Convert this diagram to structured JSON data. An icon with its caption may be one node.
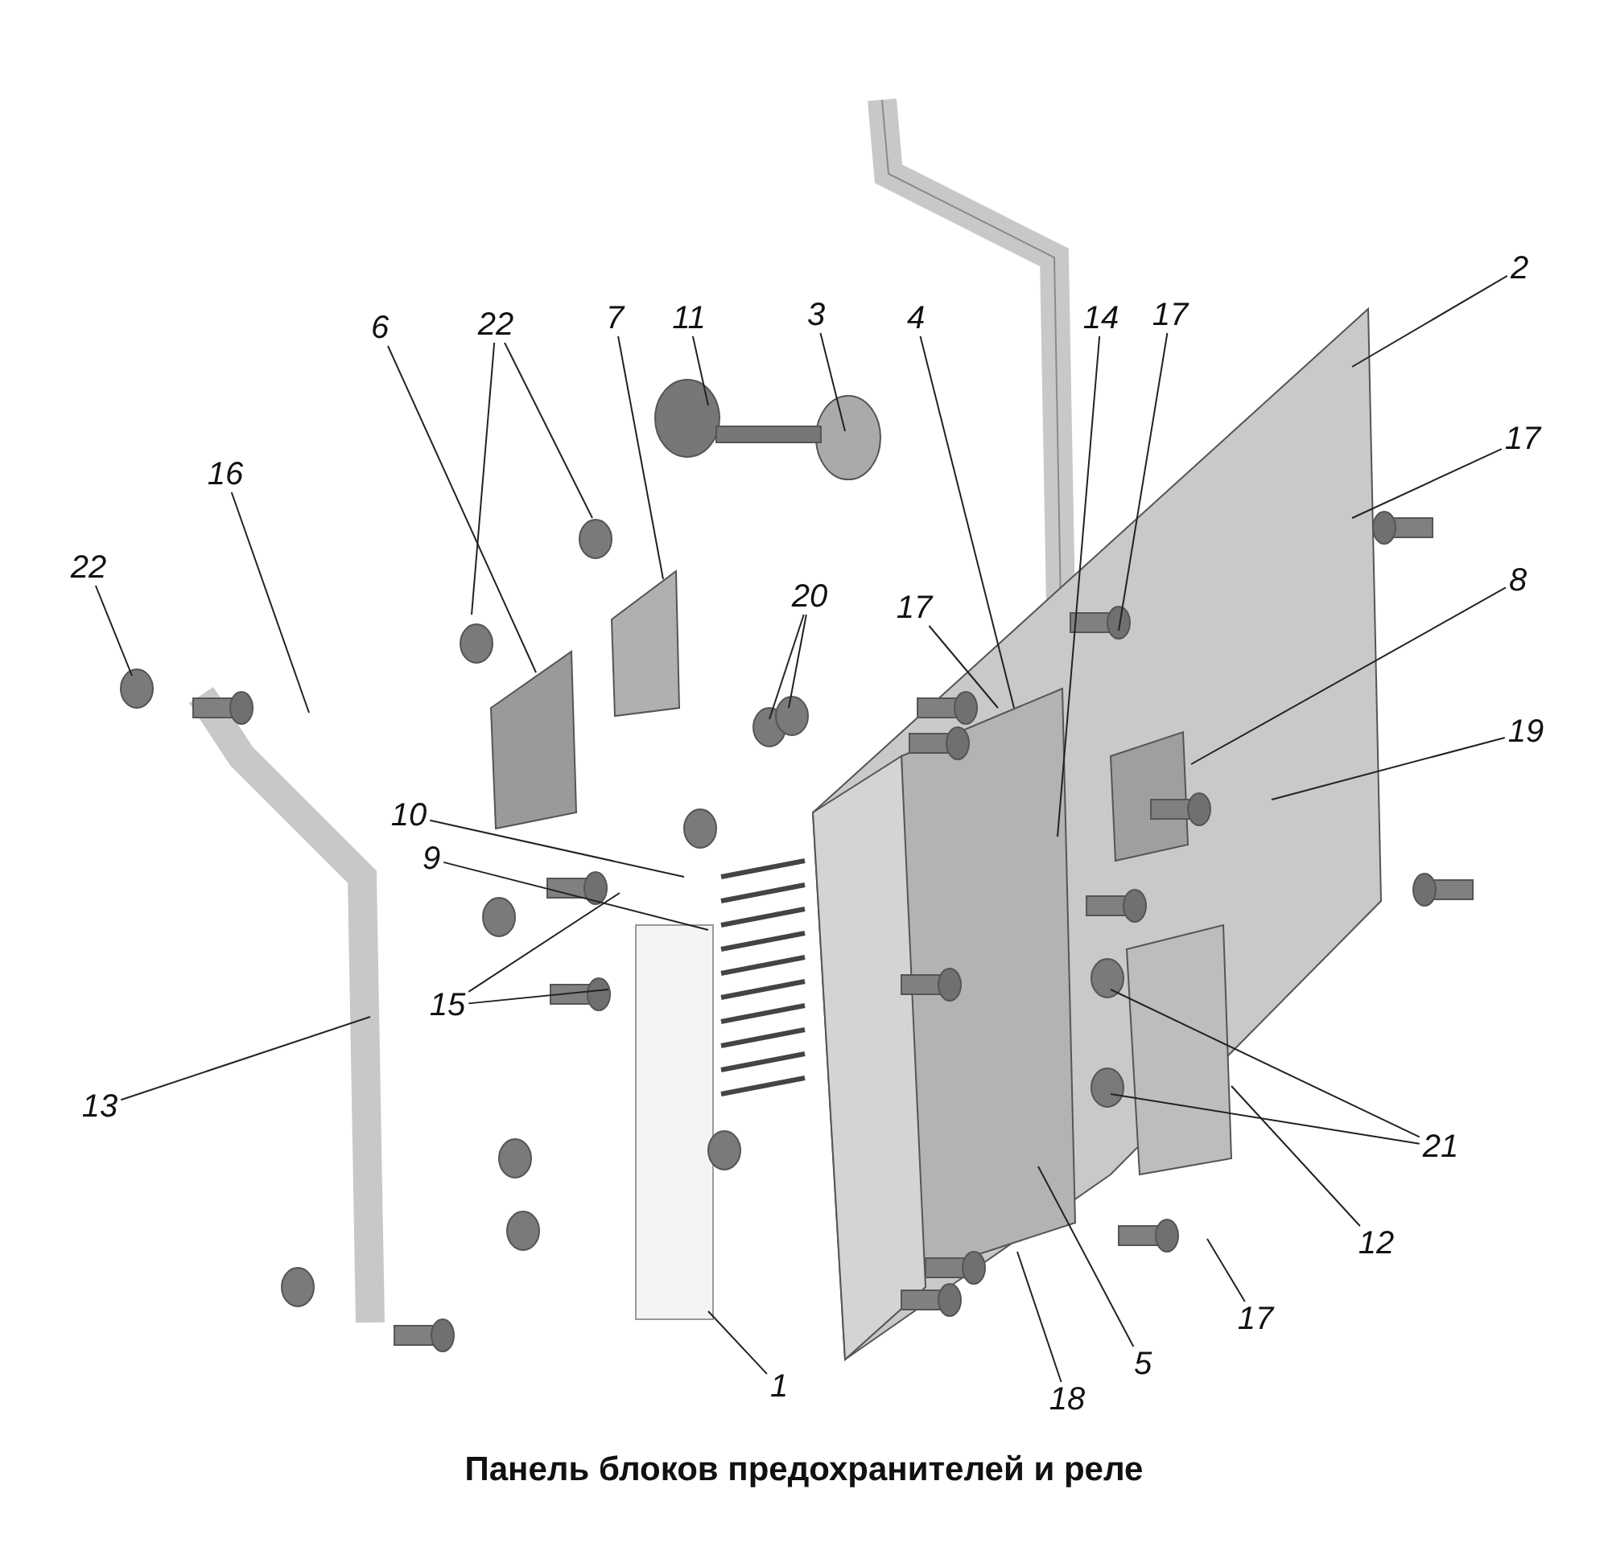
{
  "diagram": {
    "title": "Панель блоков предохранителей и реле",
    "nodes": [
      {
        "text": [
          "2"
        ]
      },
      {
        "text": [
          "22"
        ]
      },
      {
        "text": [
          "7"
        ]
      },
      {
        "text": [
          "11"
        ]
      },
      {
        "text": [
          "3"
        ]
      },
      {
        "text": [
          "4"
        ]
      },
      {
        "text": [
          "14"
        ]
      },
      {
        "text": [
          "17"
        ]
      },
      {
        "text": [
          "6"
        ]
      },
      {
        "text": [
          "17"
        ]
      },
      {
        "text": [
          "16"
        ]
      },
      {
        "text": [
          "22"
        ]
      },
      {
        "text": [
          "8"
        ]
      },
      {
        "text": [
          "20"
        ]
      },
      {
        "text": [
          "17"
        ]
      },
      {
        "text": [
          "19"
        ]
      },
      {
        "text": [
          "10"
        ]
      },
      {
        "text": [
          "9"
        ]
      },
      {
        "text": [
          "15"
        ]
      },
      {
        "text": [
          "13"
        ]
      },
      {
        "text": [
          "21"
        ]
      },
      {
        "text": [
          "12"
        ]
      },
      {
        "text": [
          "17"
        ]
      },
      {
        "text": [
          "5"
        ]
      },
      {
        "text": [
          "1"
        ]
      },
      {
        "text": [
          "18"
        ]
      }
    ],
    "edges": [
      {
        "from": 0,
        "to": null,
        "arrow": "none"
      },
      {
        "from": 1,
        "to": null,
        "arrow": "none"
      },
      {
        "from": 1,
        "to": null,
        "arrow": "none"
      },
      {
        "from": 2,
        "to": null,
        "arrow": "none"
      },
      {
        "from": 3,
        "to": null,
        "arrow": "none"
      },
      {
        "from": 4,
        "to": null,
        "arrow": "none"
      },
      {
        "from": 5,
        "to": null,
        "arrow": "none"
      },
      {
        "from": 6,
        "to": null,
        "arrow": "none"
      },
      {
        "from": 7,
        "to": null,
        "arrow": "none"
      },
      {
        "from": 8,
        "to": null,
        "arrow": "none"
      },
      {
        "from": 9,
        "to": null,
        "arrow": "none"
      },
      {
        "from": 10,
        "to": null,
        "arrow": "none"
      },
      {
        "from": 11,
        "to": null,
        "arrow": "none"
      },
      {
        "from": 12,
        "to": null,
        "arrow": "none"
      },
      {
        "from": 13,
        "to": null,
        "arrow": "none"
      },
      {
        "from": 13,
        "to": null,
        "arrow": "none"
      },
      {
        "from": 14,
        "to": null,
        "arrow": "none"
      },
      {
        "from": 15,
        "to": null,
        "arrow": "none"
      },
      {
        "from": 16,
        "to": null,
        "arrow": "none"
      },
      {
        "from": 17,
        "to": null,
        "arrow": "none"
      },
      {
        "from": 18,
        "to": null,
        "arrow": "none"
      },
      {
        "from": 18,
        "to": null,
        "arrow": "none"
      },
      {
        "from": 19,
        "to": null,
        "arrow": "none"
      },
      {
        "from": 20,
        "to": null,
        "arrow": "none"
      },
      {
        "from": 20,
        "to": null,
        "arrow": "none"
      },
      {
        "from": 21,
        "to": null,
        "arrow": "none"
      },
      {
        "from": 22,
        "to": null,
        "arrow": "none"
      },
      {
        "from": 23,
        "to": null,
        "arrow": "none"
      },
      {
        "from": 24,
        "to": null,
        "arrow": "none"
      },
      {
        "from": 25,
        "to": null,
        "arrow": "none"
      }
    ]
  }
}
